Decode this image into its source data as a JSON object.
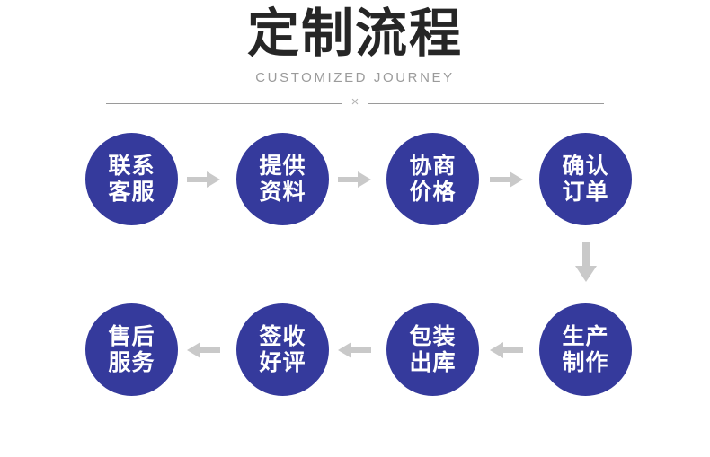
{
  "header": {
    "title": "定制流程",
    "subtitle": "CUSTOMIZED JOURNEY",
    "divider_mark": "×"
  },
  "theme": {
    "node_fill": "#353a9c",
    "node_text": "#ffffff",
    "arrow_color": "#c9c9c9",
    "title_color": "#262626",
    "subtitle_color": "#9b9b9b",
    "divider_color": "#9a9a9a",
    "background": "#ffffff"
  },
  "flow": {
    "steps": [
      {
        "index": 1,
        "line1": "联系",
        "line2": "客服"
      },
      {
        "index": 2,
        "line1": "提供",
        "line2": "资料"
      },
      {
        "index": 3,
        "line1": "协商",
        "line2": "价格"
      },
      {
        "index": 4,
        "line1": "确认",
        "line2": "订单"
      },
      {
        "index": 5,
        "line1": "生产",
        "line2": "制作"
      },
      {
        "index": 6,
        "line1": "包装",
        "line2": "出库"
      },
      {
        "index": 7,
        "line1": "签收",
        "line2": "好评"
      },
      {
        "index": 8,
        "line1": "售后",
        "line2": "服务"
      }
    ],
    "connectors": [
      {
        "name": "arrow-right-1",
        "direction": "right"
      },
      {
        "name": "arrow-right-2",
        "direction": "right"
      },
      {
        "name": "arrow-right-3",
        "direction": "right"
      },
      {
        "name": "arrow-down-1",
        "direction": "down"
      },
      {
        "name": "arrow-left-1",
        "direction": "left"
      },
      {
        "name": "arrow-left-2",
        "direction": "left"
      },
      {
        "name": "arrow-left-3",
        "direction": "left"
      }
    ]
  }
}
